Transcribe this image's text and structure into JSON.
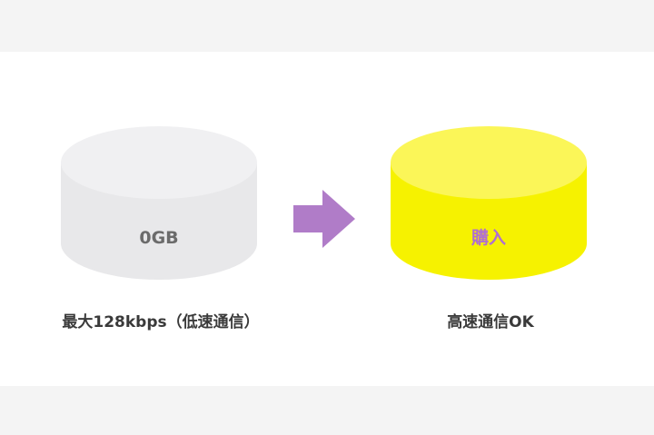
{
  "left": {
    "value_label": "0GB",
    "caption": "最大128kbps（低速通信）",
    "body_color": "#e8e8ea",
    "top_color": "#f0f0f2",
    "label_color": "#6b6b6b"
  },
  "right": {
    "value_label": "購入",
    "caption": "高速通信OK",
    "body_color": "#f6f200",
    "top_color": "#fbf658",
    "label_color": "#b06fd0"
  },
  "arrow": {
    "icon": "right-arrow-icon",
    "color": "#b07cc8"
  }
}
